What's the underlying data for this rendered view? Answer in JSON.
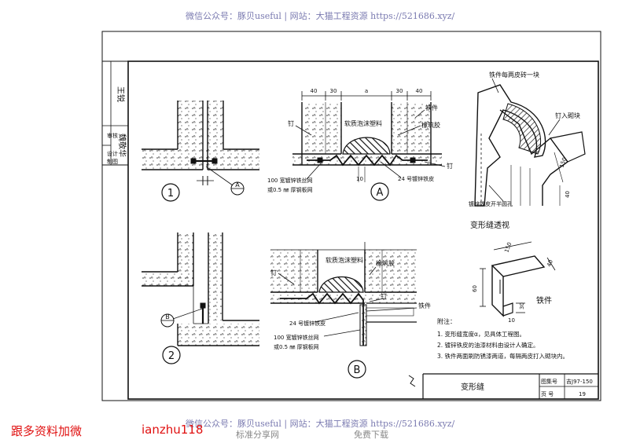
{
  "watermark": {
    "top": "微信公众号：豚贝useful | 网站：大猫工程资源 https://521686.xyz/",
    "bottom": "微信公众号：豚贝useful | 网站：大猫工程资源 https://521686.xyz/",
    "left_red": "跟多资料加微",
    "mid_red": "ianzhu118",
    "share": "标准分享网",
    "free": "免费下载"
  },
  "side_stamp": {
    "a": "审核",
    "b": "设计",
    "c": "制图",
    "d": "王锐",
    "e": "魏敬华"
  },
  "detail1": {
    "mark": "1",
    "callout": "A"
  },
  "detail2": {
    "mark": "2",
    "callout": "B"
  },
  "detailA": {
    "mark": "A",
    "dims": [
      "40",
      "30",
      "a",
      "30",
      "40"
    ],
    "dim_bottom": "10",
    "labels": {
      "nail": "钉",
      "foam": "软质泡沫塑料",
      "sealant": "橡筑胶",
      "iron_part": "铁件",
      "nail_right": "钉",
      "mesh": "100  宽镀锌铁丝网",
      "plate": "或0.5 ㎜ 厚钢板网",
      "sheet": "24 号镀锌铁皮"
    }
  },
  "detailB": {
    "mark": "B",
    "labels": {
      "nail": "钉",
      "foam": "软质泡沫塑料",
      "sealant": "橡筑胶",
      "nail_right": "钉",
      "iron_part": "铁件",
      "sheet": "24 号镀锌铁皮",
      "mesh": "100  宽镀锌铁丝网",
      "plate": "或0.5 ㎜ 厚钢板网"
    }
  },
  "perspective": {
    "title": "变形缝透视",
    "note_top": "铁件每两皮砖一块",
    "note_right": "钉入砌块",
    "note_hole": "镀锌铁皮开半圆孔",
    "dim_150": "150",
    "dim_40": "40"
  },
  "iron_detail": {
    "title": "铁件",
    "dims": [
      "150",
      "40",
      "60",
      "30",
      "10"
    ]
  },
  "notes": {
    "heading": "附注：",
    "items": [
      "1. 变形缝宽度α，见具体工程图。",
      "2. 镀锌铁皮的油漆材料由设计人确定。",
      "3. 铁件两面刷防锈漆两道，每隔两皮打入砌块内。"
    ]
  },
  "title_block": {
    "title": "变形缝",
    "atlas_label": "图集号",
    "atlas_value": "吉J97-150",
    "page_label": "页  号",
    "page_value": "19"
  }
}
